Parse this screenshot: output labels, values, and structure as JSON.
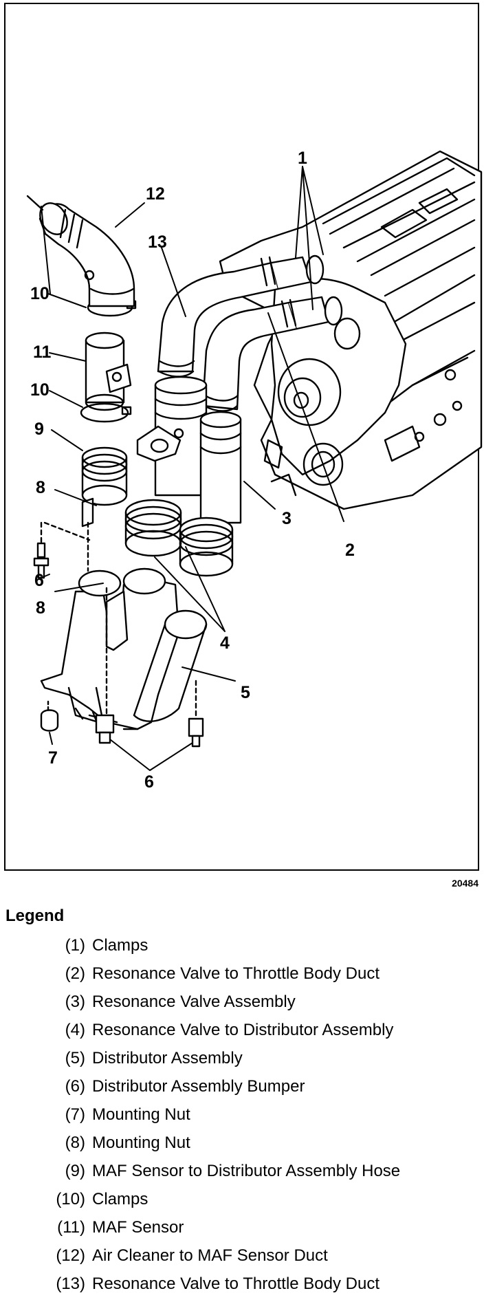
{
  "callouts": {
    "c1": "1",
    "c2": "2",
    "c3": "3",
    "c4": "4",
    "c5": "5",
    "c6a": "6",
    "c6b": "6",
    "c7": "7",
    "c8a": "8",
    "c8b": "8",
    "c9": "9",
    "c10a": "10",
    "c10b": "10",
    "c11": "11",
    "c12": "12",
    "c13": "13"
  },
  "figure_code": "20484",
  "legend": {
    "title": "Legend",
    "items": [
      {
        "num": "(1)",
        "text": "Clamps"
      },
      {
        "num": "(2)",
        "text": "Resonance Valve to Throttle Body Duct"
      },
      {
        "num": "(3)",
        "text": "Resonance Valve Assembly"
      },
      {
        "num": "(4)",
        "text": "Resonance Valve to Distributor Assembly"
      },
      {
        "num": "(5)",
        "text": "Distributor Assembly"
      },
      {
        "num": "(6)",
        "text": "Distributor Assembly Bumper"
      },
      {
        "num": "(7)",
        "text": "Mounting Nut"
      },
      {
        "num": "(8)",
        "text": "Mounting Nut"
      },
      {
        "num": "(9)",
        "text": "MAF Sensor to Distributor Assembly Hose"
      },
      {
        "num": "(10)",
        "text": "Clamps"
      },
      {
        "num": "(11)",
        "text": "MAF Sensor"
      },
      {
        "num": "(12)",
        "text": "Air Cleaner to MAF Sensor Duct"
      },
      {
        "num": "(13)",
        "text": "Resonance Valve to Throttle Body Duct"
      }
    ]
  }
}
